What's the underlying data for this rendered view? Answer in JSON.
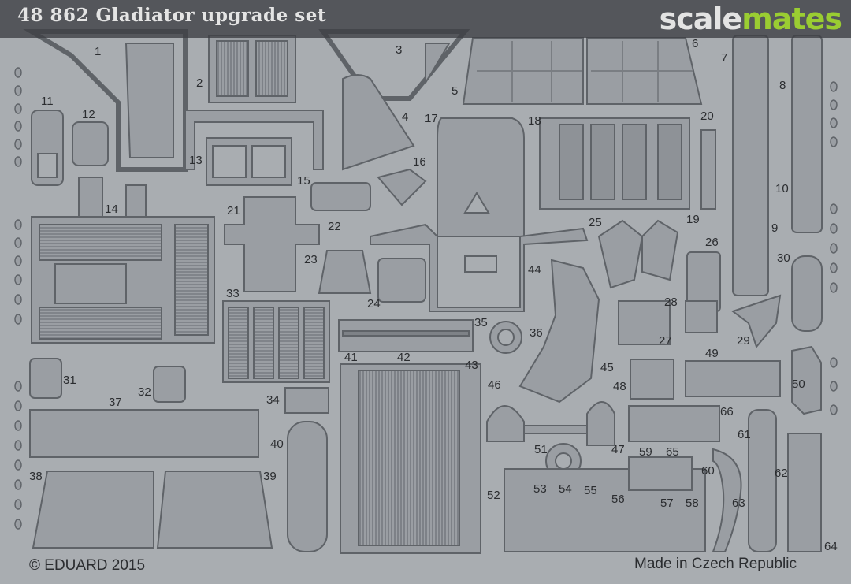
{
  "title": "48 862 Gladiator upgrade set",
  "watermark": {
    "part1": "scale",
    "part2": "mates",
    "color1": "#e3e3e3",
    "color2": "#9acd32"
  },
  "copyright": "© EDUARD 2015",
  "origin": "Made in Czech Republic",
  "part_numbers": [
    "1",
    "2",
    "3",
    "4",
    "5",
    "6",
    "7",
    "8",
    "9",
    "10",
    "11",
    "12",
    "13",
    "14",
    "15",
    "16",
    "17",
    "18",
    "19",
    "20",
    "21",
    "22",
    "23",
    "24",
    "25",
    "26",
    "27",
    "28",
    "29",
    "30",
    "31",
    "32",
    "33",
    "34",
    "35",
    "36",
    "37",
    "38",
    "39",
    "40",
    "41",
    "42",
    "43",
    "44",
    "45",
    "46",
    "47",
    "48",
    "49",
    "50",
    "51",
    "52",
    "53",
    "54",
    "55",
    "56",
    "57",
    "58",
    "59",
    "60",
    "61",
    "62",
    "63",
    "64",
    "65",
    "66"
  ],
  "colors": {
    "fret": "#a9adb1",
    "part_fill": "#9a9ea3",
    "part_edge": "#5f6368",
    "banner": "#3c3e42"
  }
}
